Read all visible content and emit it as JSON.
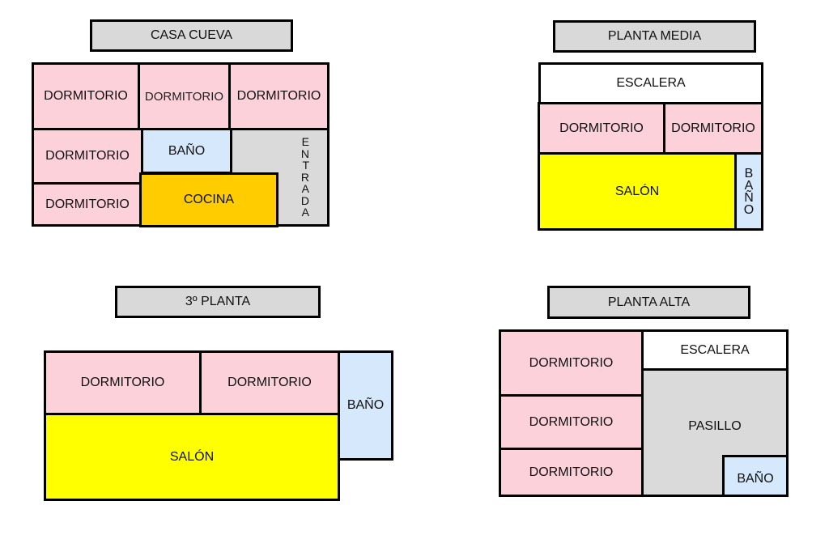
{
  "colors": {
    "title_bg": "#d9d9d9",
    "dormitorio": "#fdd1da",
    "bano": "#d6e8fb",
    "cocina": "#ffcc00",
    "salon": "#ffff00",
    "escalera": "#ffffff",
    "pasillo_entrada": "#dadada"
  },
  "plans": {
    "casa_cueva": {
      "title": "CASA CUEVA",
      "rooms": {
        "dorm1": "DORMITORIO",
        "dorm2": "DORMITORIO",
        "dorm3": "DORMITORIO",
        "dorm4": "DORMITORIO",
        "dorm5": "DORMITORIO",
        "bano": "BAÑO",
        "cocina": "COCINA",
        "entrada": [
          "E",
          "N",
          "T",
          "R",
          "A",
          "D",
          "A"
        ]
      }
    },
    "planta_media": {
      "title": "PLANTA MEDIA",
      "rooms": {
        "escalera": "ESCALERA",
        "dorm1": "DORMITORIO",
        "dorm2": "DORMITORIO",
        "salon": "SALÓN",
        "bano": [
          "B",
          "A",
          "Ñ",
          "O"
        ]
      }
    },
    "tercera_planta": {
      "title": "3º PLANTA",
      "rooms": {
        "dorm1": "DORMITORIO",
        "dorm2": "DORMITORIO",
        "bano": "BAÑO",
        "salon": "SALÓN"
      }
    },
    "planta_alta": {
      "title": "PLANTA ALTA",
      "rooms": {
        "dorm1": "DORMITORIO",
        "dorm2": "DORMITORIO",
        "dorm3": "DORMITORIO",
        "escalera": "ESCALERA",
        "pasillo": "PASILLO",
        "bano": "BAÑO"
      }
    }
  }
}
